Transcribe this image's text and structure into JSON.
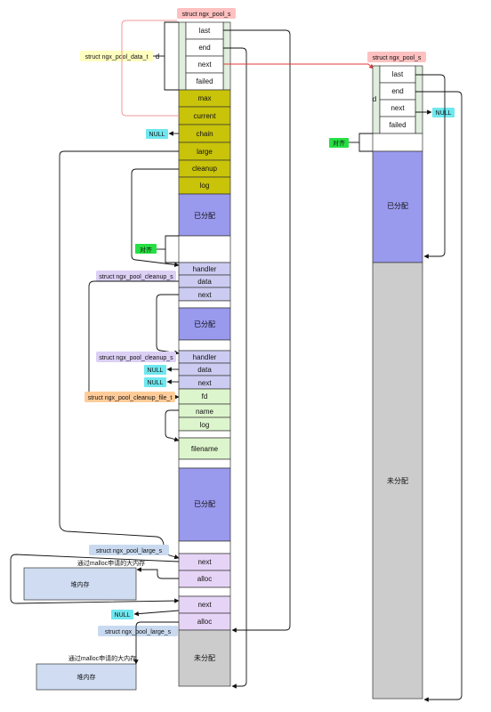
{
  "colors": {
    "header_cell": "#ffffff",
    "data_side": "#dfeedd",
    "yellow_field": "#c9c30a",
    "allocated": "#9999ee",
    "unallocated": "#cccccc",
    "cleanup_field": "#ccccf2",
    "file_field": "#ddf5cc",
    "large_field": "#e6d4f7",
    "heap": "#cfdcf2",
    "null_tag": "#6fe7ef",
    "align_tag": "#26e043",
    "pool_s_tag": "#ffc0c0",
    "data_t_tag": "#ffffbf",
    "cleanup_s_tag": "#dcd0f5",
    "file_t_tag": "#ffcc99",
    "large_s_tag": "#c9daf0"
  },
  "labels": {
    "pool_struct": "struct ngx_pool_s",
    "pool_data_struct": "struct ngx_pool_data_t",
    "cleanup_struct": "struct ngx_pool_cleanup_s",
    "cleanup_file_struct": "struct ngx_pool_cleanup_file_t",
    "large_struct": "struct ngx_pool_large_s",
    "d": "d",
    "null": "NULL",
    "align": "对齐",
    "allocated": "已分配",
    "unallocated": "未分配",
    "malloc_note": "通过malloc申请的大内存",
    "heap": "堆内存"
  },
  "fields": {
    "last": "last",
    "end": "end",
    "next": "next",
    "failed": "failed",
    "max": "max",
    "current": "current",
    "chain": "chain",
    "large": "large",
    "cleanup": "cleanup",
    "log": "log",
    "handler": "handler",
    "data": "data",
    "fd": "fd",
    "name": "name",
    "filename": "filename",
    "alloc": "alloc"
  }
}
